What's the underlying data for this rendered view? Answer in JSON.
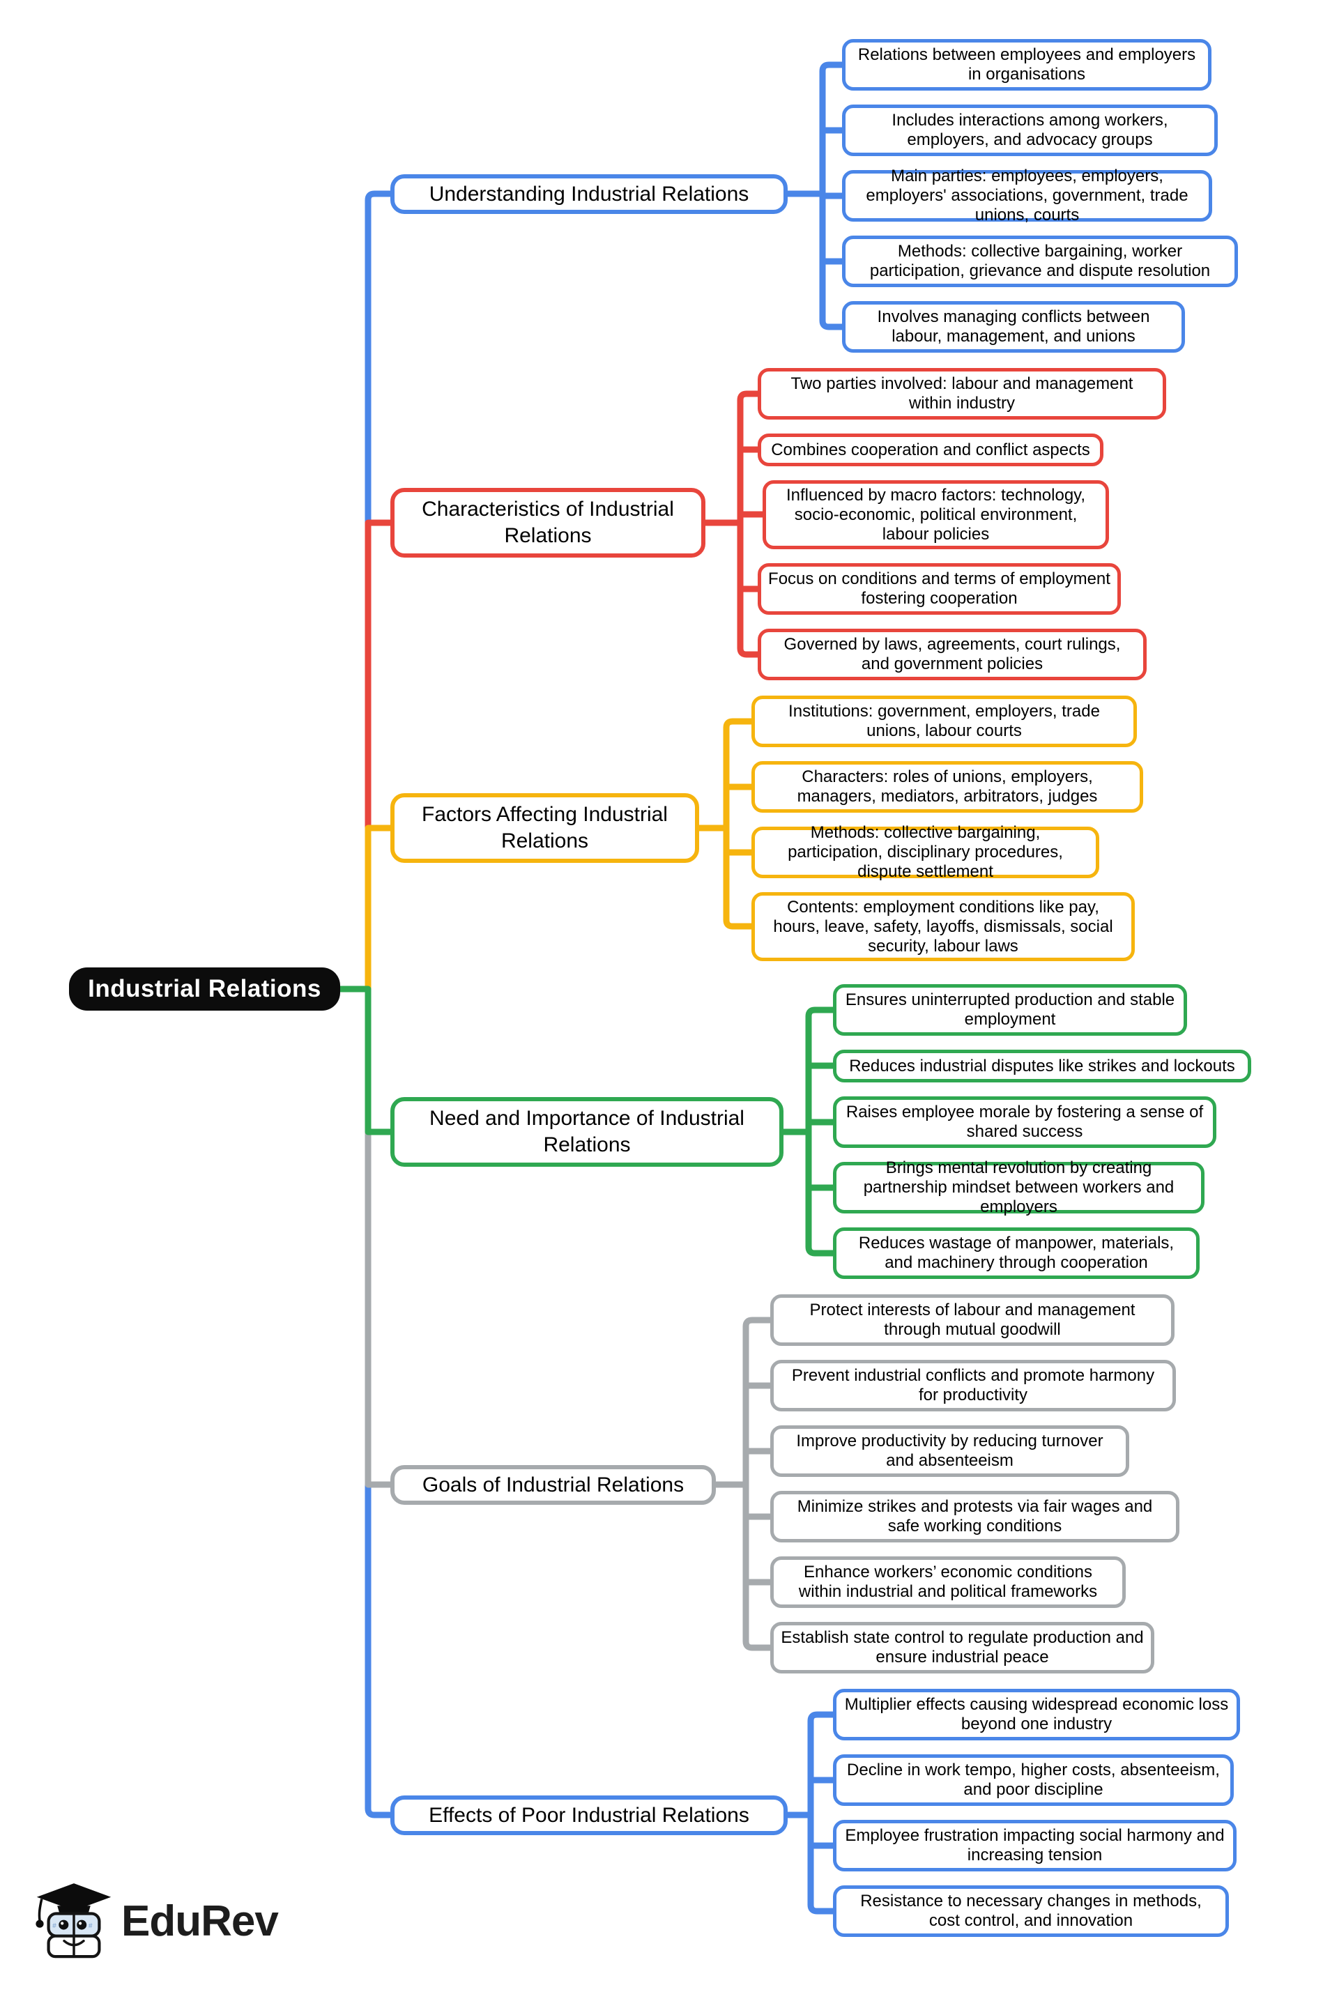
{
  "title": "Industrial Relations",
  "watermark": {
    "brand": "EduRev"
  },
  "palette": {
    "blue": "#4a86e8",
    "red": "#e8453c",
    "yellow": "#f6b40e",
    "green": "#2fa851",
    "gray": "#a6aaad",
    "center_bg": "#0c0c0c",
    "center_text": "#ffffff"
  },
  "branches": [
    {
      "label": "Understanding Industrial Relations",
      "color": "blue",
      "children": [
        "Relations between employees and employers in organisations",
        "Includes interactions among workers, employers, and advocacy groups",
        "Main parties: employees, employers, employers' associations, government, trade unions, courts",
        "Methods: collective bargaining, worker participation, grievance and dispute resolution",
        "Involves managing conflicts between labour, management, and unions"
      ]
    },
    {
      "label": "Characteristics of Industrial Relations",
      "color": "red",
      "children": [
        "Two parties involved: labour and management within industry",
        "Combines cooperation and conflict aspects",
        "Influenced by macro factors: technology, socio-economic, political environment, labour policies",
        "Focus on conditions and terms of employment fostering cooperation",
        "Governed by laws, agreements, court rulings, and government policies"
      ]
    },
    {
      "label": "Factors Affecting Industrial Relations",
      "color": "yellow",
      "children": [
        "Institutions: government, employers, trade unions, labour courts",
        "Characters: roles of unions, employers, managers, mediators, arbitrators, judges",
        "Methods: collective bargaining, participation, disciplinary procedures, dispute settlement",
        "Contents: employment conditions like pay, hours, leave, safety, layoffs, dismissals, social security, labour laws"
      ]
    },
    {
      "label": "Need and Importance of Industrial Relations",
      "color": "green",
      "children": [
        "Ensures uninterrupted production and stable employment",
        "Reduces industrial disputes like strikes and lockouts",
        "Raises employee morale by fostering a sense of shared success",
        "Brings mental revolution by creating partnership mindset between workers and employers",
        "Reduces wastage of manpower, materials, and machinery through cooperation"
      ]
    },
    {
      "label": "Goals of Industrial Relations",
      "color": "gray",
      "children": [
        "Protect interests of labour and management through mutual goodwill",
        "Prevent industrial conflicts and promote harmony for productivity",
        "Improve productivity by reducing turnover and absenteeism",
        "Minimize strikes and protests via fair wages and safe working conditions",
        "Enhance workers’ economic conditions within industrial and political frameworks",
        "Establish state control to regulate production and ensure industrial peace"
      ]
    },
    {
      "label": "Effects of Poor Industrial Relations",
      "color": "blue",
      "children": [
        "Multiplier effects causing widespread economic loss beyond one industry",
        "Decline in work tempo, higher costs, absenteeism, and poor discipline",
        "Employee frustration impacting social harmony and increasing tension",
        "Resistance to necessary changes in methods, cost control, and innovation"
      ]
    }
  ]
}
